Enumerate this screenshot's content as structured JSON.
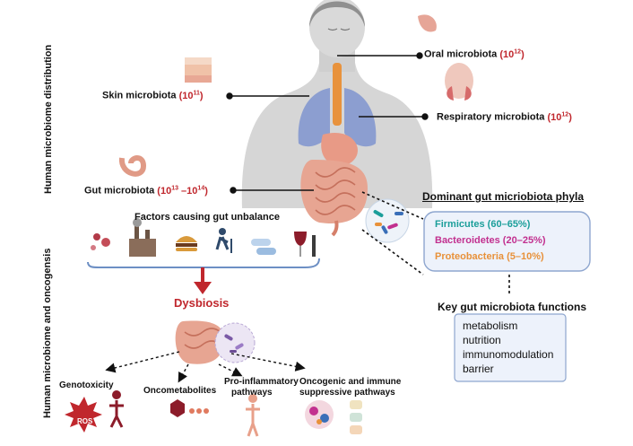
{
  "side_labels": {
    "distribution": "Human microbiome distribution",
    "oncogenesis": "Human microbiome and oncogensis"
  },
  "microbiota": {
    "oral": {
      "name": "Oral microbiota",
      "pre": "(10",
      "exp": "12",
      "post": ")"
    },
    "skin": {
      "name": "Skin microbiota",
      "pre": "(10",
      "exp": "11",
      "post": ")"
    },
    "respiratory": {
      "name": "Respiratory  microbiota",
      "pre": "(10",
      "exp": "12",
      "post": ")"
    },
    "gut": {
      "name": "Gut microbiota",
      "pre": "(10",
      "exp": "13",
      "mid": " –10",
      "exp2": "14",
      "post": ")"
    }
  },
  "phyla": {
    "title": "Dominant gut micriobiota phyla",
    "items": [
      {
        "label": "Firmicutes (60–65%)",
        "color": "#1b9e9a"
      },
      {
        "label": "Bacteroidetes (20–25%)",
        "color": "#c2308f"
      },
      {
        "label": "Proteobacteria (5–10%)",
        "color": "#e8913a"
      }
    ]
  },
  "functions": {
    "title": "Key gut microbiota functions",
    "items": [
      "metabolism",
      "nutrition",
      "immunomodulation",
      "barrier"
    ]
  },
  "factors_title": "Factors causing gut unbalance",
  "dysbiosis": "Dysbiosis",
  "outcomes": {
    "genotoxicity": "Genotoxicity",
    "oncometabolites": "Oncometabolites",
    "proinflammatory_1": "Pro-inflammatory",
    "proinflammatory_2": "pathways",
    "oncogenic_1": "Oncogenic and immune",
    "oncogenic_2": "suppressive  pathways"
  },
  "ros_label": "ROS",
  "colors": {
    "red_accent": "#c0272d",
    "box_fill": "#edf2fb",
    "box_border": "#8ea6cf",
    "lungs": "#8c9ed0",
    "gut": "#e89a86"
  }
}
